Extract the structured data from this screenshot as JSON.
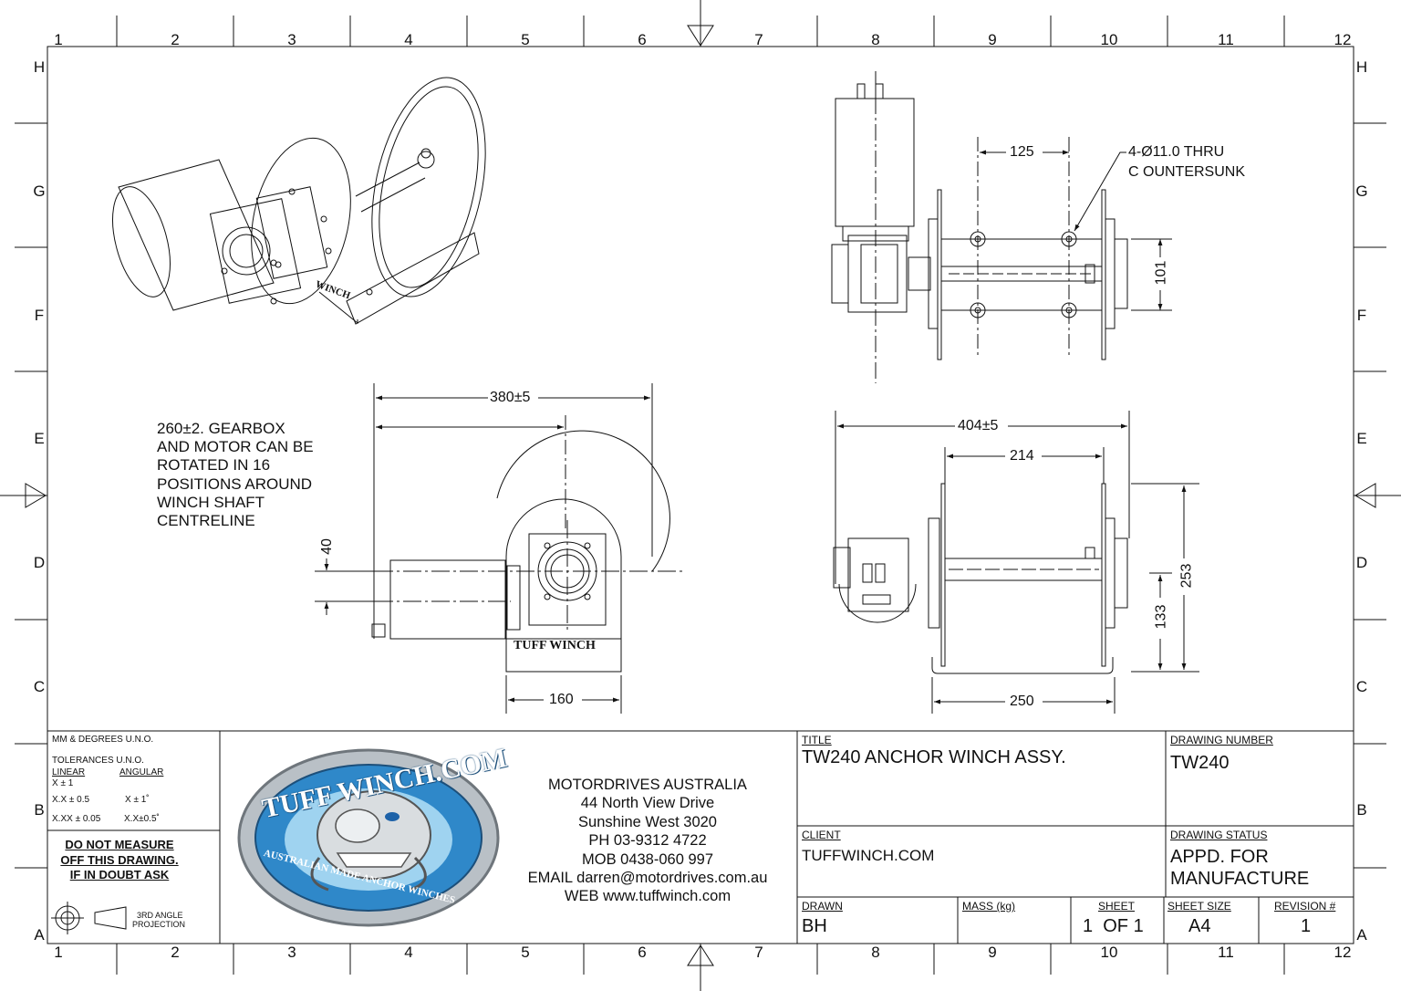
{
  "zones": {
    "columns": [
      "1",
      "2",
      "3",
      "4",
      "5",
      "6",
      "7",
      "8",
      "9",
      "10",
      "11",
      "12"
    ],
    "rows": [
      "H",
      "G",
      "F",
      "E",
      "D",
      "C",
      "B",
      "A"
    ]
  },
  "note": {
    "lines": [
      "260±2. GEARBOX",
      "AND MOTOR CAN BE",
      "ROTATED IN 16",
      "POSITIONS AROUND",
      "WINCH SHAFT",
      "CENTRELINE"
    ]
  },
  "dimensions": {
    "overall_length": "380±5",
    "height_40": "40",
    "base_160": "160",
    "bolt_spacing": "125",
    "hole_callout_line1": "4-Ø11.0 THRU",
    "hole_callout_line2": "C OUNTERSUNK",
    "bolt_101": "101",
    "overall_width": "404±5",
    "drum_214": "214",
    "height_253": "253",
    "height_133": "133",
    "base_250": "250"
  },
  "side_label": "TUFF WINCH",
  "iso_label": "WINCH",
  "title_block": {
    "units": "MM & DEGREES U.N.O.",
    "tolerances": "TOLERANCES U.N.O.",
    "linear": "LINEAR",
    "angular": "ANGULAR",
    "lin_x": "X ± 1",
    "lin_xx": "X.X ± 0.5",
    "lin_xxx": "X.XX ± 0.05",
    "ang_x": "X ± 1˚",
    "ang_xx": "X.X±0.5˚",
    "warning_lines": [
      "DO NOT MEASURE",
      "OFF THIS DRAWING.",
      "IF IN DOUBT ASK"
    ],
    "projection": "3RD ANGLE PROJECTION",
    "projection_line1": "3RD ANGLE",
    "projection_line2": "PROJECTION",
    "logo": {
      "top_text": "TUFF WINCH.COM",
      "bottom_text": "AUSTRALIAN MADE ANCHOR WINCHES"
    },
    "company_lines": [
      "MOTORDRIVES AUSTRALIA",
      "44 North View Drive",
      "Sunshine West 3020",
      "PH 03-9312 4722",
      "MOB 0438-060 997",
      "EMAIL darren@motordrives.com.au",
      "WEB www.tuffwinch.com"
    ],
    "title_label": "TITLE",
    "title_value": "TW240 ANCHOR WINCH ASSY.",
    "drawing_number_label": "DRAWING NUMBER",
    "drawing_number_value": "TW240",
    "client_label": "CLIENT",
    "client_value": "TUFFWINCH.COM",
    "drawing_status_label": "DRAWING STATUS",
    "drawing_status_value_line1": "APPD. FOR",
    "drawing_status_value_line2": "MANUFACTURE",
    "drawn_label": "DRAWN",
    "drawn_value": "BH",
    "mass_label": "MASS (kg)",
    "mass_value": "",
    "sheet_label": "SHEET",
    "sheet_value": "1  OF 1",
    "sheet_size_label": "SHEET SIZE",
    "sheet_size_value": "A4",
    "revision_label": "REVISION #",
    "revision_value": "1"
  }
}
